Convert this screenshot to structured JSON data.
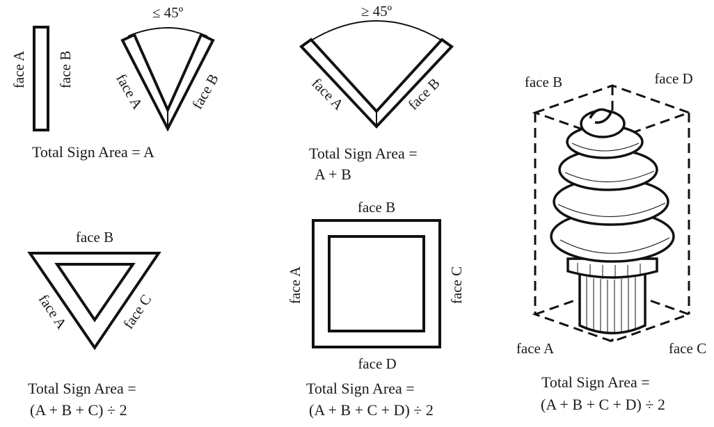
{
  "diagrams": {
    "single_panel": {
      "face_a": "face A",
      "face_b": "face B",
      "total": "Total Sign Area = A"
    },
    "v_narrow": {
      "angle": "≤ 45º",
      "face_a": "face A",
      "face_b": "face B"
    },
    "v_wide": {
      "angle": "≥ 45º",
      "face_a": "face A",
      "face_b": "face B",
      "total_line1": "Total Sign Area =",
      "total_line2": "A + B"
    },
    "triangle": {
      "face_a": "face A",
      "face_b": "face B",
      "face_c": "face C",
      "total_line1": "Total Sign Area =",
      "total_line2": "(A + B + C) ÷ 2"
    },
    "square": {
      "face_a": "face A",
      "face_b": "face B",
      "face_c": "face C",
      "face_d": "face D",
      "total_line1": "Total Sign Area =",
      "total_line2": "(A + B + C + D) ÷ 2"
    },
    "sculpture": {
      "face_a": "face A",
      "face_b": "face B",
      "face_c": "face C",
      "face_d": "face D",
      "total_line1": "Total Sign Area =",
      "total_line2": "(A + B + C + D) ÷ 2"
    }
  }
}
